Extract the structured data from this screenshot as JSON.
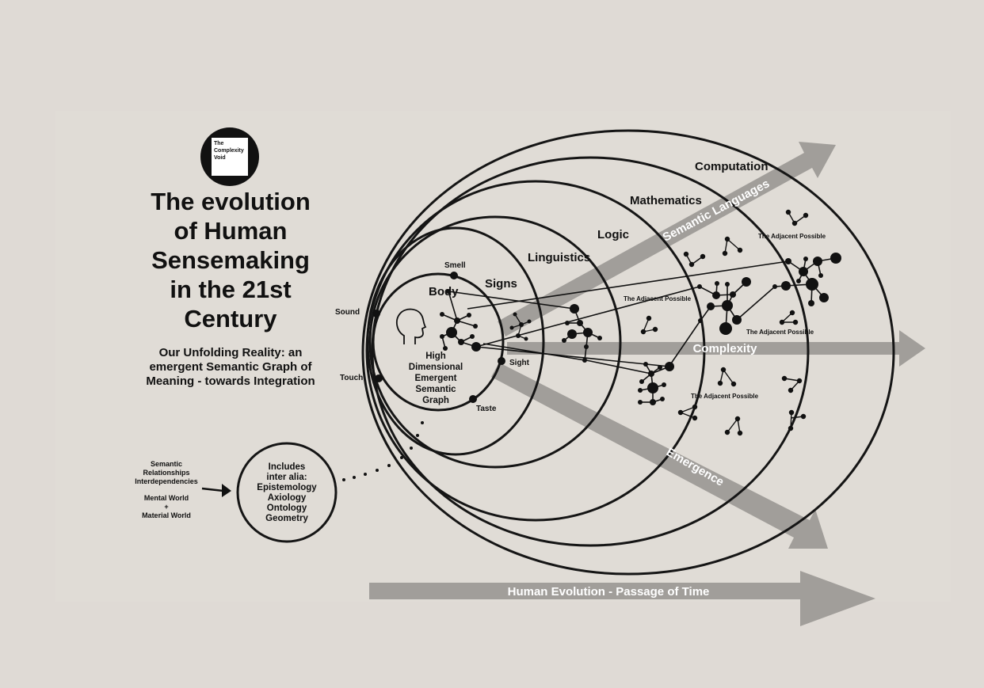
{
  "logo": {
    "text": "The\nComplexity\nVoid"
  },
  "title": "The evolution\nof Human\nSensemaking\nin the 21st\nCentury",
  "subtitle": "Our Unfolding Reality: an\nemergent Semantic Graph of\nMeaning - towards Integration",
  "rings": {
    "computation": "Computation",
    "mathematics": "Mathematics",
    "logic": "Logic",
    "linguistics": "Linguistics",
    "signs": "Signs",
    "body": "Body"
  },
  "senses": {
    "smell": "Smell",
    "sound": "Sound",
    "touch": "Touch",
    "sight": "Sight",
    "taste": "Taste"
  },
  "core_text": "High\nDimensional\nEmergent\nSemantic\nGraph",
  "adjacent_possible": {
    "a1": "The Adjacent Possible",
    "a2": "The Adjacent Possible",
    "a3": "The Adjacent Possible",
    "a4": "The Adjacent Possible"
  },
  "arrows": {
    "semantic_languages": "Semantic Languages",
    "complexity": "Complexity",
    "emergence": "Emergence",
    "time": "Human Evolution - Passage of Time"
  },
  "includes_circle": "Includes\ninter alia:\nEpistemology\nAxiology\nOntology\nGeometry",
  "left_notes": {
    "relationships": "Semantic\nRelationships\nInterdependencies",
    "worlds": "Mental World\n+\nMaterial World"
  },
  "colors": {
    "background": "#dfdad5",
    "arrow": "#a19e9a",
    "ink": "#111111"
  }
}
